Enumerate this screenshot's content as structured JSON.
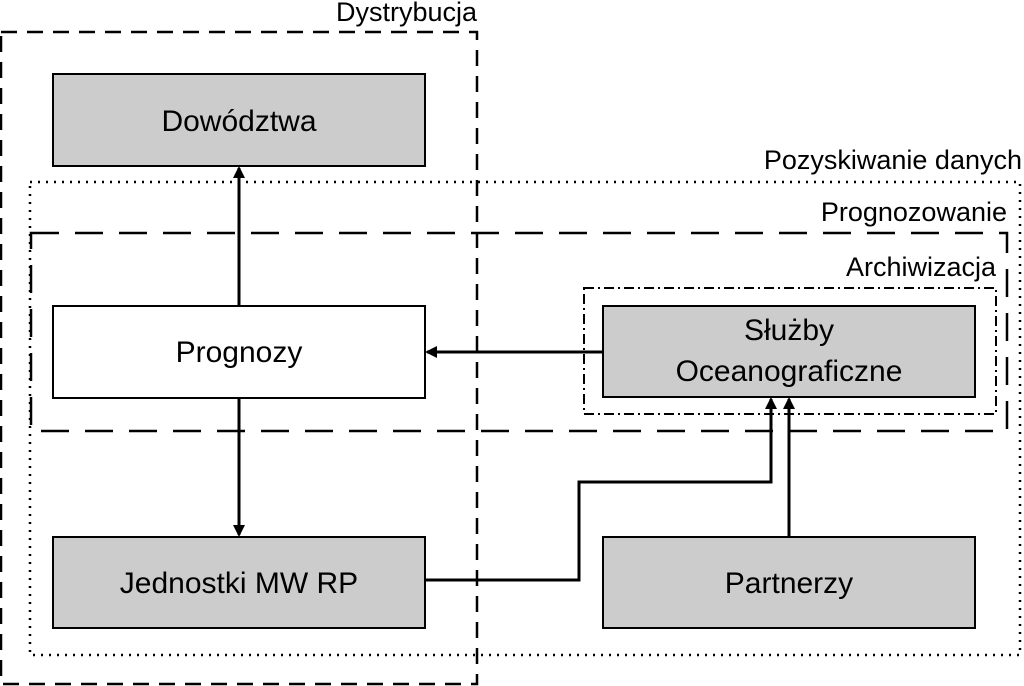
{
  "groups": {
    "distribution": "Dystrybucja",
    "data_acquisition": "Pozyskiwanie danych",
    "forecasting": "Prognozowanie",
    "archiving": "Archiwizacja"
  },
  "nodes": {
    "commands": "Dowództwa",
    "forecasts": "Prognozy",
    "oceanographic_line1": "Służby",
    "oceanographic_line2": "Oceanograficzne",
    "units": "Jednostki MW RP",
    "partners": "Partnerzy"
  },
  "colors": {
    "box_gray": "#cccccc",
    "box_white": "#ffffff",
    "stroke": "#000000"
  }
}
